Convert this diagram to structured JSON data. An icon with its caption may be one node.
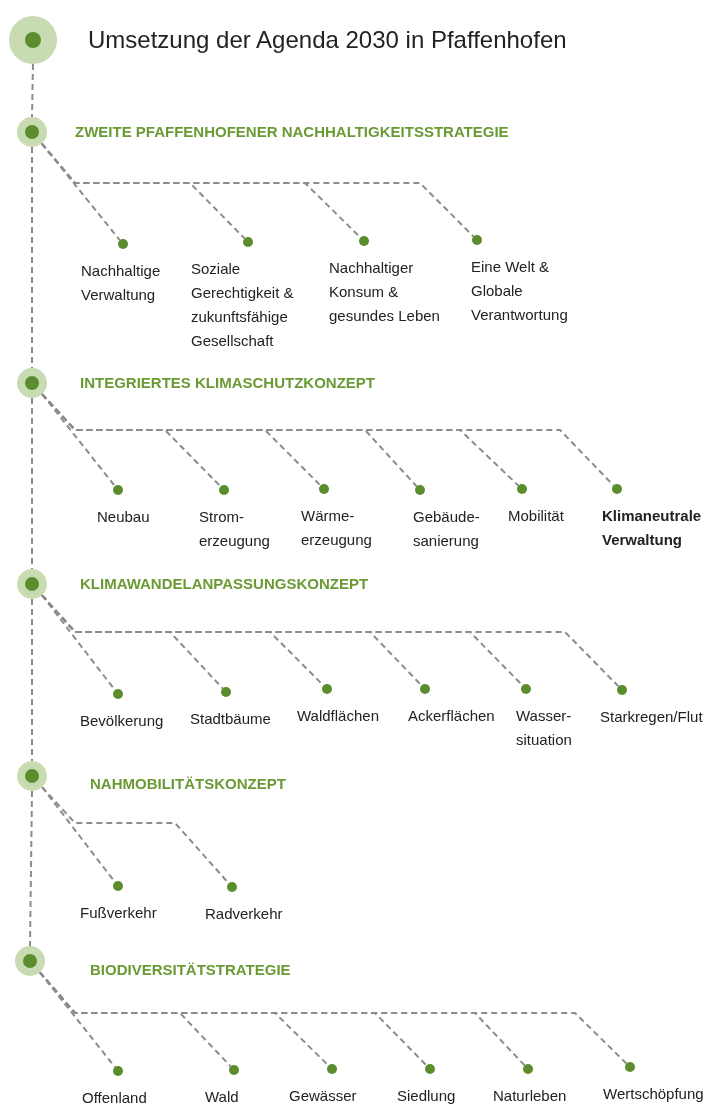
{
  "diagram": {
    "nodes": [
      {
        "text": [
          "Umsetzung der Agenda 2030 in Pfaffenhofen"
        ]
      },
      {
        "text": [
          "ZWEITE PFAFFENHOFENER NACHHALTIGKEITSSTRATEGIE"
        ]
      },
      {
        "text": [
          "Nachhaltige Verwaltung"
        ]
      },
      {
        "text": [
          "Soziale Gerechtigkeit & zukunftsfähige Gesellschaft"
        ]
      },
      {
        "text": [
          "Nachhaltiger Konsum & gesundes Leben"
        ]
      },
      {
        "text": [
          "Eine Welt & Globale Verantwortung"
        ]
      },
      {
        "text": [
          "INTEGRIERTES KLIMASCHUTZKONZEPT"
        ]
      },
      {
        "text": [
          "Neubau"
        ]
      },
      {
        "text": [
          "Strom- erzeugung"
        ]
      },
      {
        "text": [
          "Wärme- erzeugung"
        ]
      },
      {
        "text": [
          "Gebäude- sanierung"
        ]
      },
      {
        "text": [
          "Mobilität"
        ]
      },
      {
        "text": [
          "Klimaneutrale Verwaltung"
        ]
      },
      {
        "text": [
          "KLIMAWANDELANPASSUNGSKONZEPT"
        ]
      },
      {
        "text": [
          "Bevölkerung"
        ]
      },
      {
        "text": [
          "Stadtbäume"
        ]
      },
      {
        "text": [
          "Waldflächen"
        ]
      },
      {
        "text": [
          "Ackerflächen"
        ]
      },
      {
        "text": [
          "Wasser- situation"
        ]
      },
      {
        "text": [
          "Starkregen/Flut"
        ]
      },
      {
        "text": [
          "NAHMOBILITÄTSKONZEPT"
        ]
      },
      {
        "text": [
          "Fußverkehr"
        ]
      },
      {
        "text": [
          "Radverkehr"
        ]
      },
      {
        "text": [
          "BIODIVERSITÄTSTRATEGIE"
        ]
      },
      {
        "text": [
          "Offenland"
        ]
      },
      {
        "text": [
          "Wald"
        ]
      },
      {
        "text": [
          "Gewässer"
        ]
      },
      {
        "text": [
          "Siedlung"
        ]
      },
      {
        "text": [
          "Naturleben"
        ]
      },
      {
        "text": [
          "Wertschöpfung"
        ]
      }
    ],
    "edges": [
      {
        "from": 0,
        "to": 1,
        "arrow": "none",
        "style": "dashed"
      },
      {
        "from": 1,
        "to": 2,
        "arrow": "none",
        "style": "dashed"
      },
      {
        "from": 1,
        "to": 3,
        "arrow": "none",
        "style": "dashed"
      },
      {
        "from": 1,
        "to": 4,
        "arrow": "none",
        "style": "dashed"
      },
      {
        "from": 1,
        "to": 5,
        "arrow": "none",
        "style": "dashed"
      },
      {
        "from": 1,
        "to": 6,
        "arrow": "none",
        "style": "dashed"
      },
      {
        "from": 6,
        "to": 7,
        "arrow": "none",
        "style": "dashed"
      },
      {
        "from": 6,
        "to": 8,
        "arrow": "none",
        "style": "dashed"
      },
      {
        "from": 6,
        "to": 9,
        "arrow": "none",
        "style": "dashed"
      },
      {
        "from": 6,
        "to": 10,
        "arrow": "none",
        "style": "dashed"
      },
      {
        "from": 6,
        "to": 11,
        "arrow": "none",
        "style": "dashed"
      },
      {
        "from": 6,
        "to": 12,
        "arrow": "none",
        "style": "dashed"
      },
      {
        "from": 6,
        "to": 13,
        "arrow": "none",
        "style": "dashed"
      },
      {
        "from": 13,
        "to": 14,
        "arrow": "none",
        "style": "dashed"
      },
      {
        "from": 13,
        "to": 15,
        "arrow": "none",
        "style": "dashed"
      },
      {
        "from": 13,
        "to": 16,
        "arrow": "none",
        "style": "dashed"
      },
      {
        "from": 13,
        "to": 17,
        "arrow": "none",
        "style": "dashed"
      },
      {
        "from": 13,
        "to": 18,
        "arrow": "none",
        "style": "dashed"
      },
      {
        "from": 13,
        "to": 19,
        "arrow": "none",
        "style": "dashed"
      },
      {
        "from": 13,
        "to": 20,
        "arrow": "none",
        "style": "dashed"
      },
      {
        "from": 20,
        "to": 21,
        "arrow": "none",
        "style": "dashed"
      },
      {
        "from": 20,
        "to": 22,
        "arrow": "none",
        "style": "dashed"
      },
      {
        "from": 20,
        "to": 23,
        "arrow": "none",
        "style": "dashed"
      },
      {
        "from": 23,
        "to": 24,
        "arrow": "none",
        "style": "dashed"
      },
      {
        "from": 23,
        "to": 25,
        "arrow": "none",
        "style": "dashed"
      },
      {
        "from": 23,
        "to": 26,
        "arrow": "none",
        "style": "dashed"
      },
      {
        "from": 23,
        "to": 27,
        "arrow": "none",
        "style": "dashed"
      },
      {
        "from": 23,
        "to": 28,
        "arrow": "none",
        "style": "dashed"
      },
      {
        "from": 23,
        "to": 29,
        "arrow": "none",
        "style": "dashed"
      }
    ]
  }
}
